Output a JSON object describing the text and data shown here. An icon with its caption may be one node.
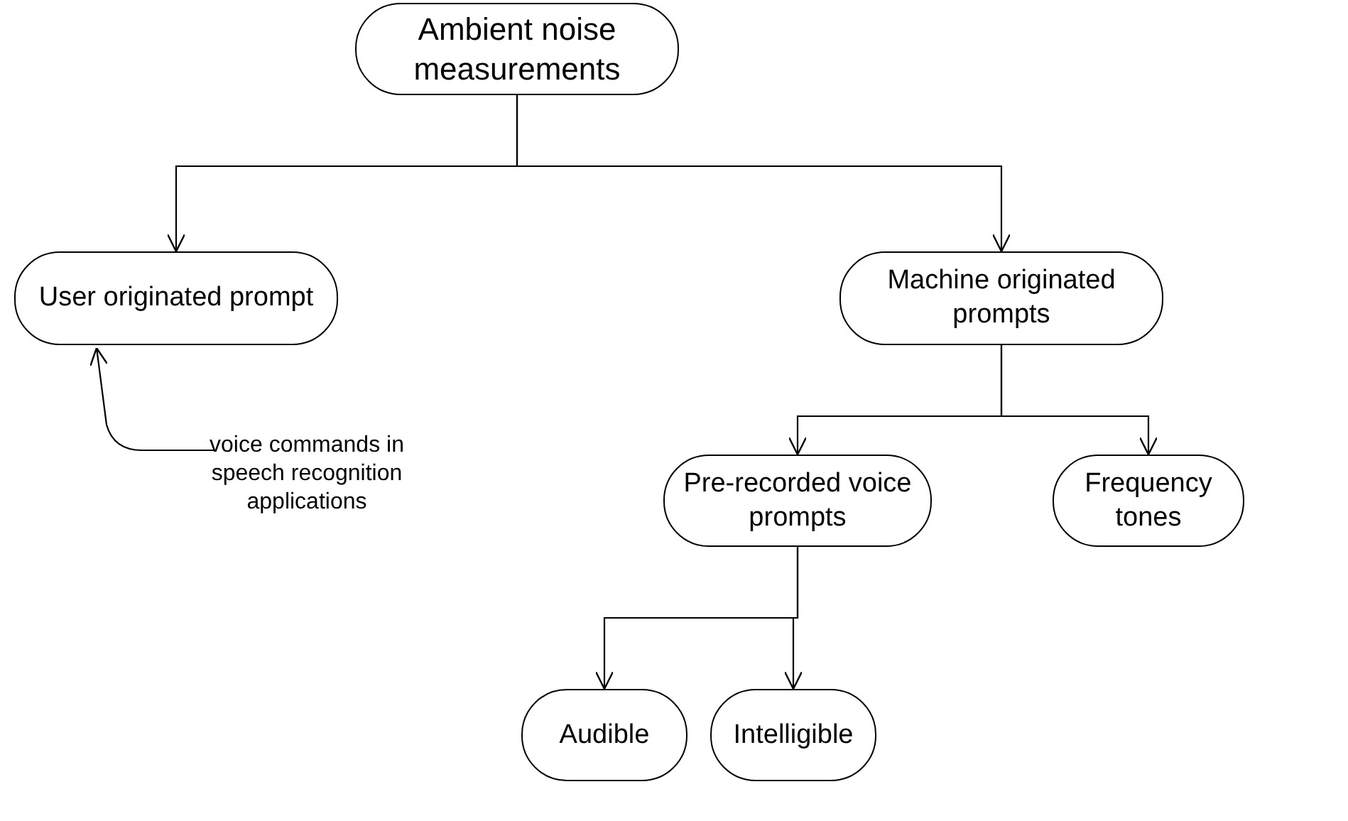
{
  "diagram": {
    "nodes": [
      {
        "text": [
          "Ambient noise measurements"
        ]
      },
      {
        "text": [
          "User originated prompt"
        ]
      },
      {
        "text": [
          "Machine originated prompts"
        ]
      },
      {
        "text": [
          "Pre-recorded voice prompts"
        ]
      },
      {
        "text": [
          "Frequency tones"
        ]
      },
      {
        "text": [
          "Audible"
        ]
      },
      {
        "text": [
          "Intelligible"
        ]
      },
      {
        "text": [
          "voice commands in speech recognition applications"
        ]
      }
    ],
    "edges": [
      {
        "from": 0,
        "to": 1,
        "arrow": "to"
      },
      {
        "from": 0,
        "to": 2,
        "arrow": "to"
      },
      {
        "from": 2,
        "to": 3,
        "arrow": "to"
      },
      {
        "from": 2,
        "to": 4,
        "arrow": "to"
      },
      {
        "from": 3,
        "to": 5,
        "arrow": "to"
      },
      {
        "from": 3,
        "to": 6,
        "arrow": "to"
      },
      {
        "from": 7,
        "to": 1,
        "arrow": "to"
      }
    ]
  }
}
